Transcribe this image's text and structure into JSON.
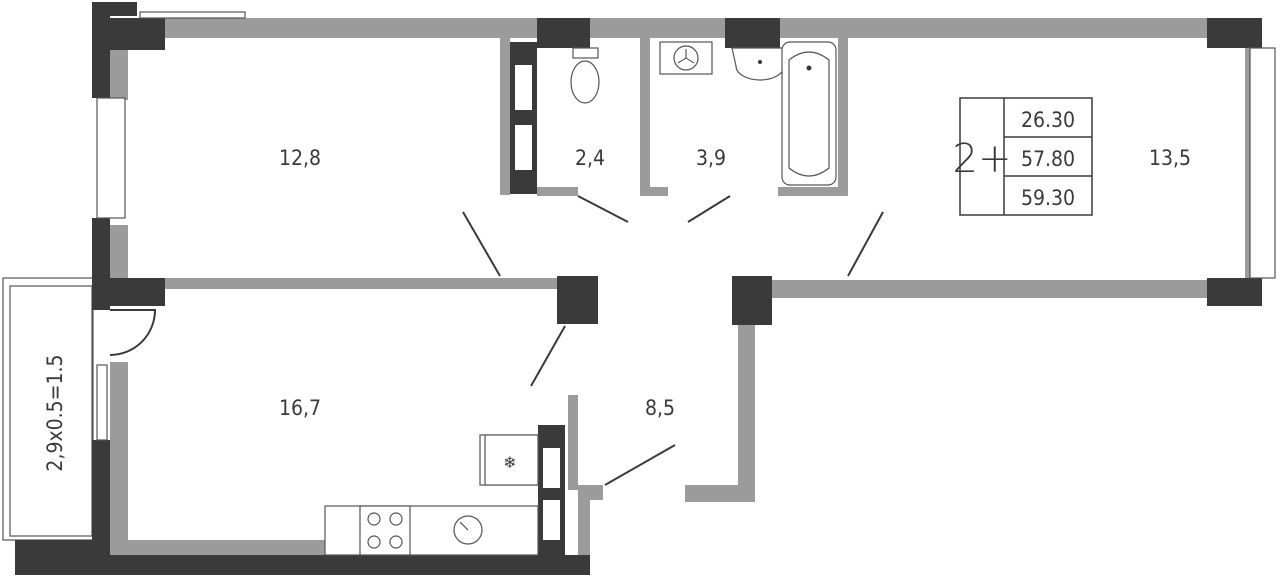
{
  "rooms": {
    "bedroom": "12,8",
    "toilet": "2,4",
    "bathroom": "3,9",
    "living_room": "13,5",
    "kitchen": "16,7",
    "hallway": "8,5",
    "balcony": "2,9x0.5=1.5"
  },
  "summary": {
    "room_count": "2+",
    "living_area": "26.30",
    "total_area": "57.80",
    "total_area_with_balcony": "59.30"
  },
  "colors": {
    "wall_dark": "#3a3a3a",
    "wall_grey": "#9b9b9b"
  }
}
